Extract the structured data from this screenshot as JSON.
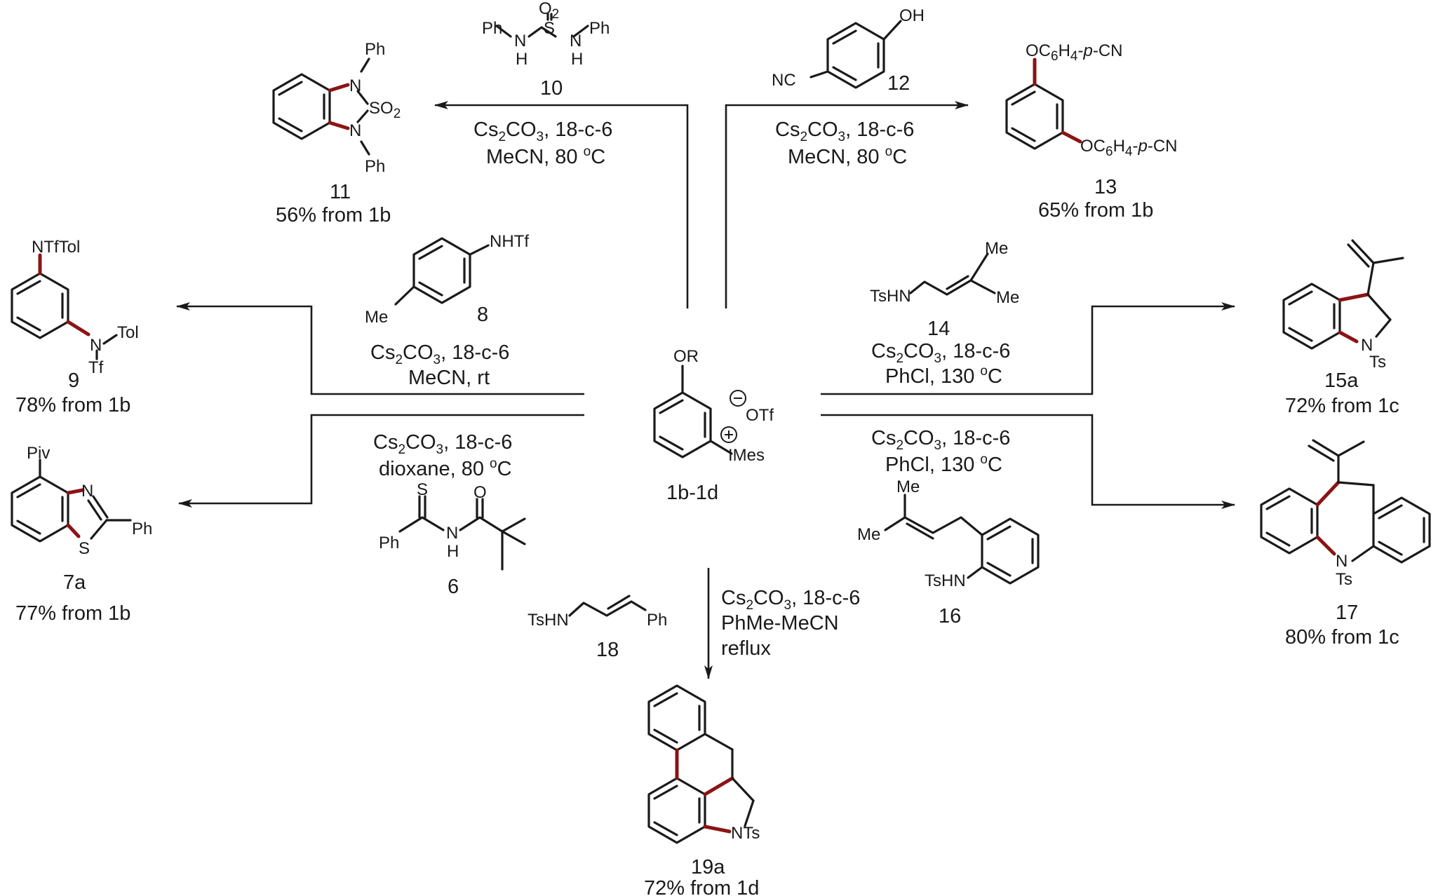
{
  "center": {
    "sub": "OR",
    "counterion": "OTf",
    "cation_group": "IMes",
    "label": "1b-1d"
  },
  "reactions": {
    "r10": {
      "reagent": "10",
      "cond_line1": {
        "a": "Cs",
        "a_sub": "2",
        "b": "CO",
        "b_sub": "3",
        "c": ", 18-c-6"
      },
      "cond_line2": {
        "a": "MeCN, 80 ",
        "sup": "o",
        "b": "C"
      },
      "product": "11",
      "yield": "56% from 1b"
    },
    "r12": {
      "reagent": "12",
      "cond_line1": {
        "a": "Cs",
        "a_sub": "2",
        "b": "CO",
        "b_sub": "3",
        "c": ", 18-c-6"
      },
      "cond_line2": {
        "a": "MeCN, 80 ",
        "sup": "o",
        "b": "C"
      },
      "product": "13",
      "yield": "65% from 1b"
    },
    "r8": {
      "reagent": "8",
      "cond_line1": {
        "a": "Cs",
        "a_sub": "2",
        "b": "CO",
        "b_sub": "3",
        "c": ", 18-c-6"
      },
      "cond_line2": {
        "a": "MeCN, rt"
      },
      "product": "9",
      "yield": "78% from 1b"
    },
    "r6": {
      "reagent": "6",
      "cond_line1": {
        "a": "Cs",
        "a_sub": "2",
        "b": "CO",
        "b_sub": "3",
        "c": ", 18-c-6"
      },
      "cond_line2": {
        "a": "dioxane, 80 ",
        "sup": "o",
        "b": "C"
      },
      "product": "7a",
      "yield": "77% from 1b"
    },
    "r14": {
      "reagent": "14",
      "cond_line1": {
        "a": "Cs",
        "a_sub": "2",
        "b": "CO",
        "b_sub": "3",
        "c": ", 18-c-6"
      },
      "cond_line2": {
        "a": "PhCl, 130 ",
        "sup": "o",
        "b": "C"
      },
      "product": "15a",
      "yield": "72% from 1c"
    },
    "r16": {
      "reagent": "16",
      "cond_line1": {
        "a": "Cs",
        "a_sub": "2",
        "b": "CO",
        "b_sub": "3",
        "c": ", 18-c-6"
      },
      "cond_line2": {
        "a": "PhCl, 130 ",
        "sup": "o",
        "b": "C"
      },
      "product": "17",
      "yield": "80% from 1c"
    },
    "r18": {
      "reagent": "18",
      "cond_line1": {
        "a": "Cs",
        "a_sub": "2",
        "b": "CO",
        "b_sub": "3",
        "c": ", 18-c-6"
      },
      "cond_line2": {
        "a": "PhMe-MeCN"
      },
      "cond_line3": {
        "a": "reflux"
      },
      "product": "19a",
      "yield": "72% from 1d"
    }
  },
  "atoms": {
    "ph": "Ph",
    "n": "N",
    "h": "H",
    "s": "S",
    "o2": "O",
    "two": "2",
    "so": "SO",
    "oh": "OH",
    "nc": "NC",
    "oc6": "OC",
    "six": "6",
    "h_el": "H",
    "four": "4",
    "pcn_dash": "-",
    "p": "p",
    "pcn_end": "-CN",
    "nhtf": "NHTf",
    "me": "Me",
    "ntftol": "NTfTol",
    "tol": "Tol",
    "tf": "Tf",
    "tshn": "TsHN",
    "ts": "Ts",
    "piv": "Piv",
    "o": "O",
    "nts": "NTs"
  },
  "colors": {
    "new_bond": "#8b1414",
    "ink": "#1a1a1a",
    "background": "#ffffff"
  }
}
